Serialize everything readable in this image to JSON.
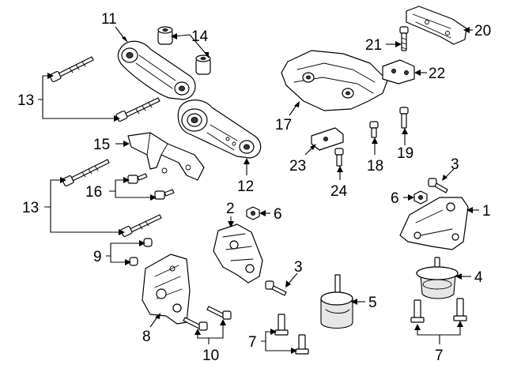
{
  "callouts": {
    "c1": "1",
    "c2": "2",
    "c3a": "3",
    "c3b": "3",
    "c4": "4",
    "c5": "5",
    "c6a": "6",
    "c6b": "6",
    "c7a": "7",
    "c7b": "7",
    "c8": "8",
    "c9": "9",
    "c10": "10",
    "c11": "11",
    "c12": "12",
    "c13a": "13",
    "c13b": "13",
    "c14": "14",
    "c15": "15",
    "c16": "16",
    "c17": "17",
    "c18": "18",
    "c19": "19",
    "c20": "20",
    "c21": "21",
    "c22": "22",
    "c23": "23",
    "c24": "24"
  },
  "colors": {
    "line": "#000000",
    "background": "#ffffff",
    "fill_light": "#e6e6e6"
  }
}
